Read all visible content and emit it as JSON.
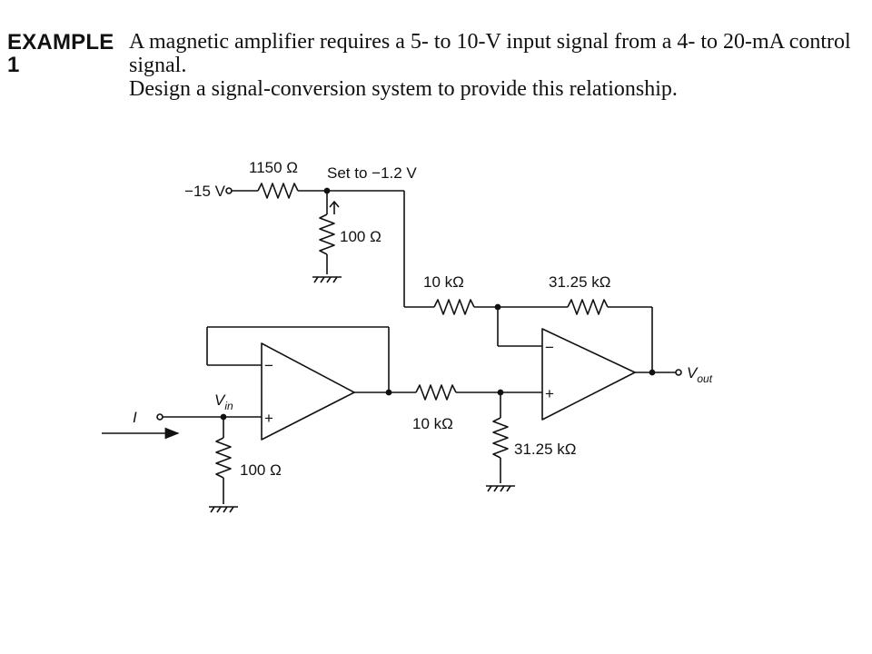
{
  "example": {
    "label_line1": "EXAMPLE",
    "label_line2": "1"
  },
  "problem": {
    "line1": "A magnetic amplifier requires a 5- to 10-V input signal from a 4- to 20-mA control signal.",
    "line2": "Design a signal-conversion system to provide this relationship."
  },
  "circuit": {
    "supply_label": "−15 V",
    "r_supply": "1150 Ω",
    "set_note": "Set to −1.2 V",
    "r_pot": "100 Ω",
    "r_offset": "10 kΩ",
    "r_feedback": "31.25 kΩ",
    "r_input": "10 kΩ",
    "r_ground": "31.25 kΩ",
    "r_sense": "100 Ω",
    "current_label": "I",
    "vin_main": "V",
    "vin_sub": "in",
    "vout_main": "V",
    "vout_sub": "out",
    "minus_sign": "−",
    "plus_sign": "+"
  }
}
